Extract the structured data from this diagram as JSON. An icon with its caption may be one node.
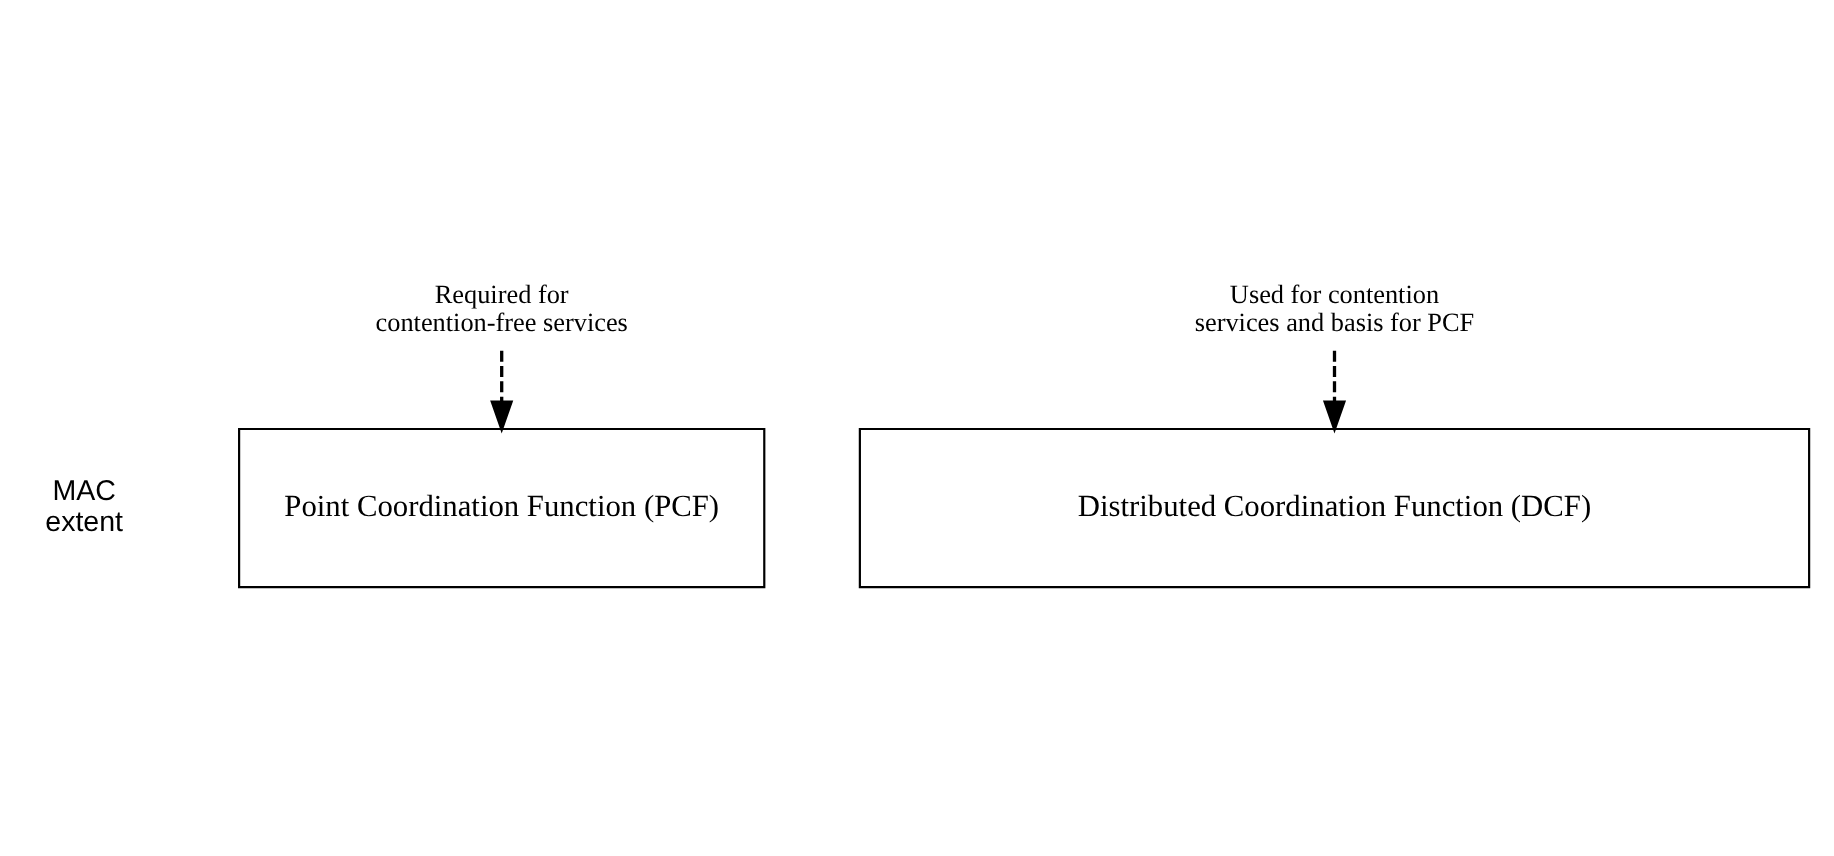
{
  "diagram": {
    "nodes": [
      {
        "text": [
          "Required for contention-free services"
        ]
      },
      {
        "text": [
          "Point Coordination Function (PCF)"
        ]
      },
      {
        "text": [
          "Used for contention services and basis for PCF"
        ]
      },
      {
        "text": [
          "Distributed Coordination Function (DCF)"
        ]
      }
    ],
    "edges": [
      {
        "from": 0,
        "to": 1,
        "arrow": "to",
        "style": "dashed"
      },
      {
        "from": 2,
        "to": 3,
        "arrow": "to",
        "style": "dashed"
      }
    ],
    "labels": [
      "MAC extent"
    ]
  }
}
